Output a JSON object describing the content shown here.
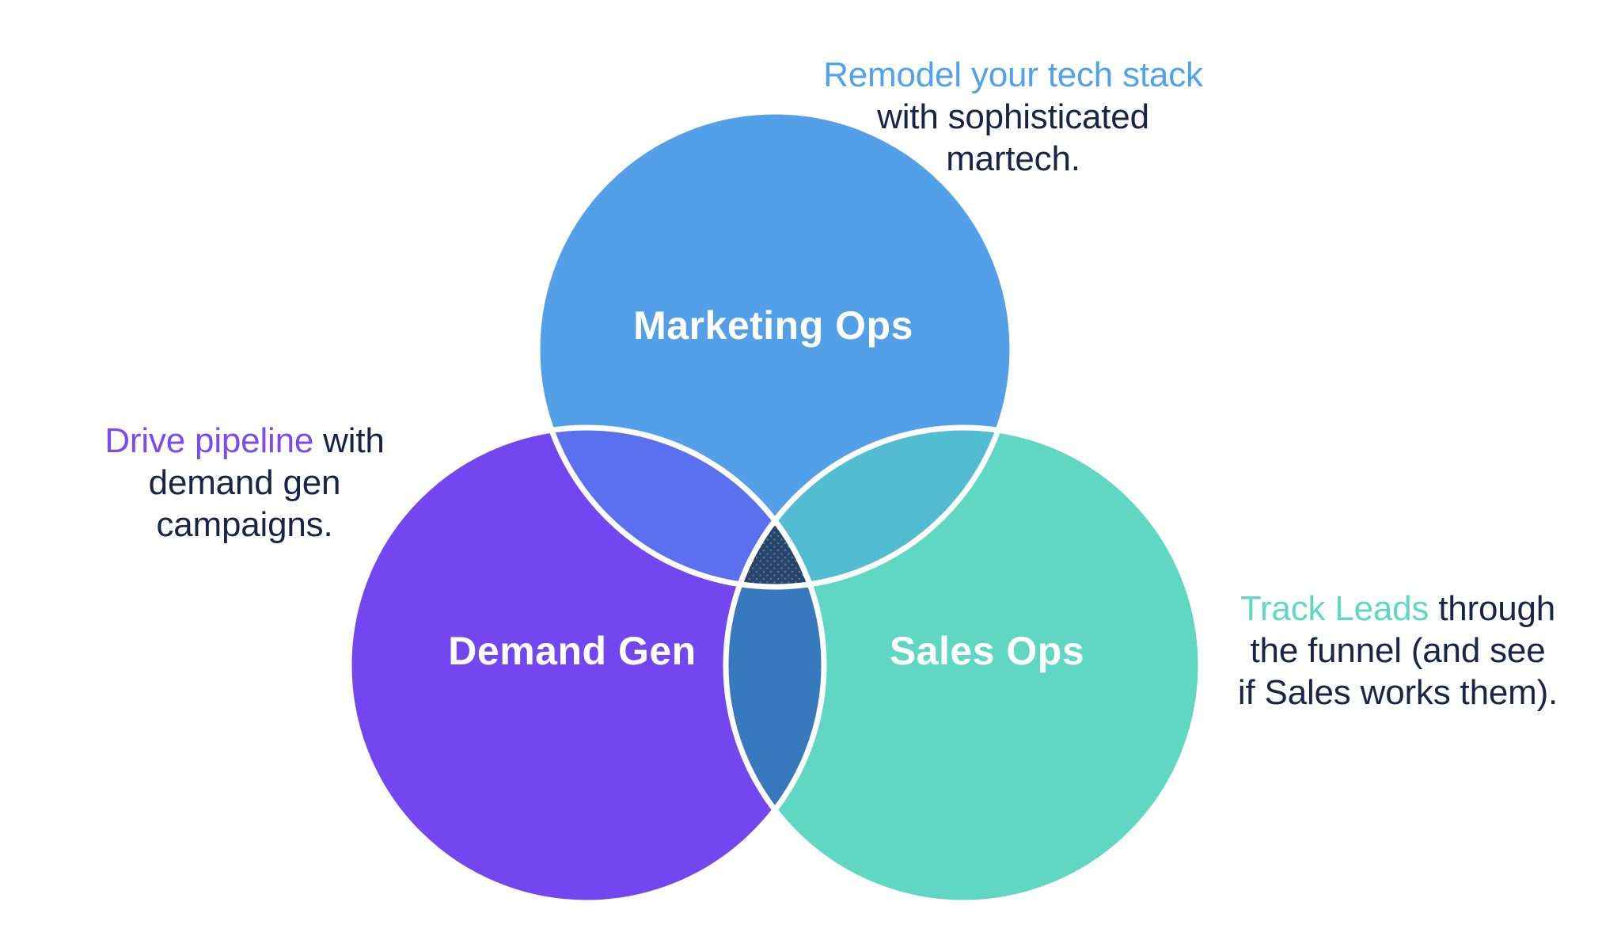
{
  "diagram": {
    "background": "#ffffff",
    "stroke_color": "#ffffff",
    "label_color": "#ffffff",
    "circles": {
      "marketing": {
        "label": "Marketing Ops",
        "color": "#53a0e8"
      },
      "demand": {
        "label": "Demand Gen",
        "color": "#7446f0"
      },
      "sales": {
        "label": "Sales Ops",
        "color": "#60d7c2"
      }
    },
    "overlaps": {
      "marketing_demand": "#5a70ee",
      "marketing_sales": "#52bdd1",
      "demand_sales": "#3878bc",
      "center": "#2a4466",
      "center_dots": "#4b7fb5"
    }
  },
  "annotations": {
    "text_color": "#192447",
    "martech": {
      "lead": "Remodel your tech stack",
      "lead_color": "#51a2ee",
      "line2": "with sophisticated",
      "line3": "martech."
    },
    "pipeline": {
      "lead": "Drive pipeline",
      "lead_color": "#7b4af4",
      "line1_rest": " with",
      "line2": "demand gen",
      "line3": "campaigns."
    },
    "leads": {
      "lead": "Track Leads",
      "lead_color": "#5ed8c3",
      "line1_rest": " through",
      "line2": "the funnel (and see",
      "line3": "if Sales works them)."
    }
  }
}
